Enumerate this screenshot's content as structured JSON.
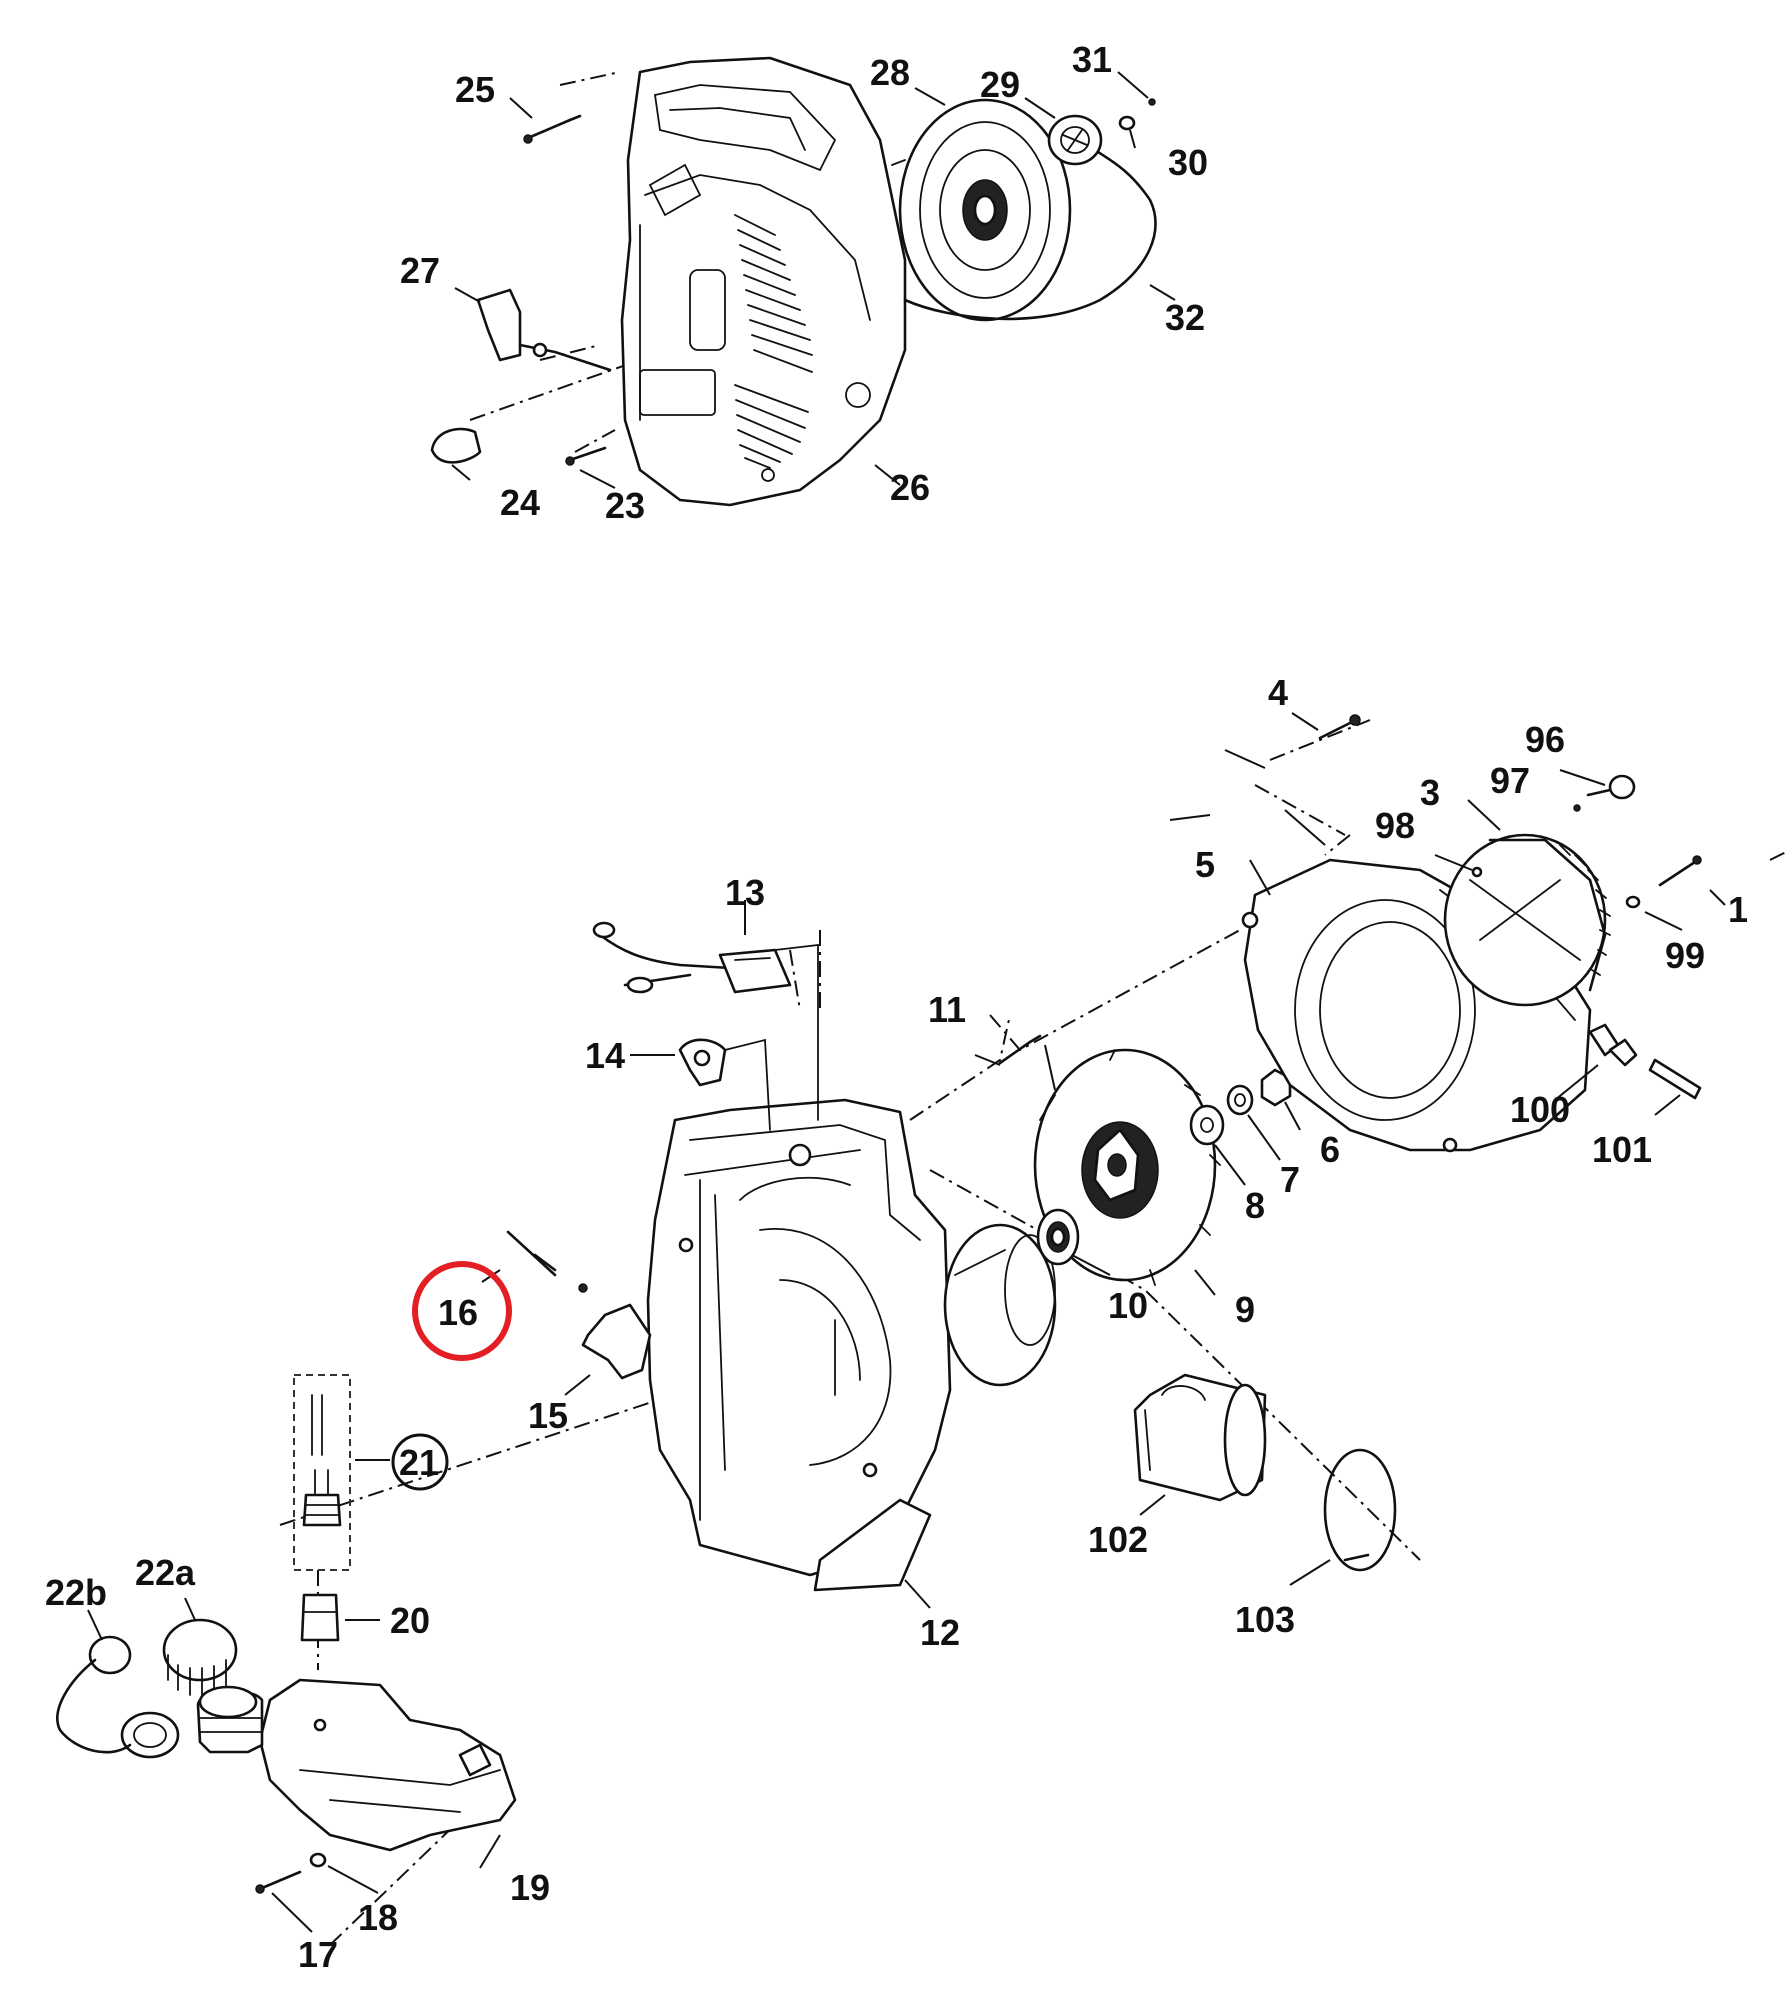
{
  "highlight_color": "#e31e24",
  "labels": {
    "l1": "1",
    "l3": "3",
    "l4": "4",
    "l5": "5",
    "l6": "6",
    "l7": "7",
    "l8": "8",
    "l9": "9",
    "l10": "10",
    "l11": "11",
    "l12": "12",
    "l13": "13",
    "l14": "14",
    "l15": "15",
    "l16": "16",
    "l17": "17",
    "l18": "18",
    "l19": "19",
    "l20": "20",
    "l21": "21",
    "l22a": "22a",
    "l22b": "22b",
    "l23": "23",
    "l24": "24",
    "l25": "25",
    "l26": "26",
    "l27": "27",
    "l28": "28",
    "l29": "29",
    "l30": "30",
    "l31": "31",
    "l32": "32",
    "l96": "96",
    "l97": "97",
    "l98": "98",
    "l99": "99",
    "l100": "100",
    "l101": "101",
    "l102": "102",
    "l103": "103"
  }
}
